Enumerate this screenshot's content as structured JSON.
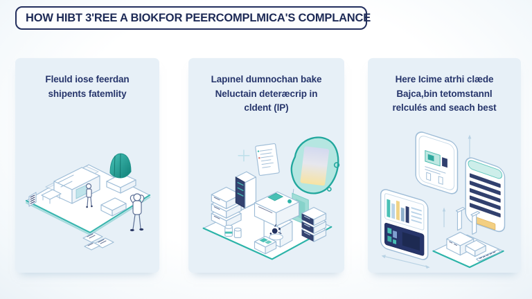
{
  "banner": {
    "title": "HOW HIBT 3'REE A BIOKFOR PEERCOMPLMICA'S COMPLANCE"
  },
  "cards": [
    {
      "heading_lines": [
        "Fleuld iose feerdan",
        "shipents fatemlity"
      ],
      "illustration": "isometric-factory-floorplan-with-workers"
    },
    {
      "heading_lines": [
        "Lapınel dumnochan bake",
        "Neluctain deteræcrip in",
        "cldent (lP)"
      ],
      "illustration": "isometric-inspection-station-with-balloon"
    },
    {
      "heading_lines": [
        "Here Icime atrhi clæde",
        "Bajca,bin tetomstannl",
        "relculés and seach best"
      ],
      "illustration": "isometric-report-panels-and-factory"
    }
  ],
  "colors": {
    "accent_teal": "#2bb3a8",
    "banner_border": "#232f5e",
    "banner_text": "#1d2a56",
    "card_background": "#e7f0f7",
    "card_text": "#26356b",
    "line_blue": "#9fbdd7",
    "dark_navy": "#31406e",
    "yellow_accent": "#f3cf82",
    "lavender_accent": "#d3d9ef"
  }
}
